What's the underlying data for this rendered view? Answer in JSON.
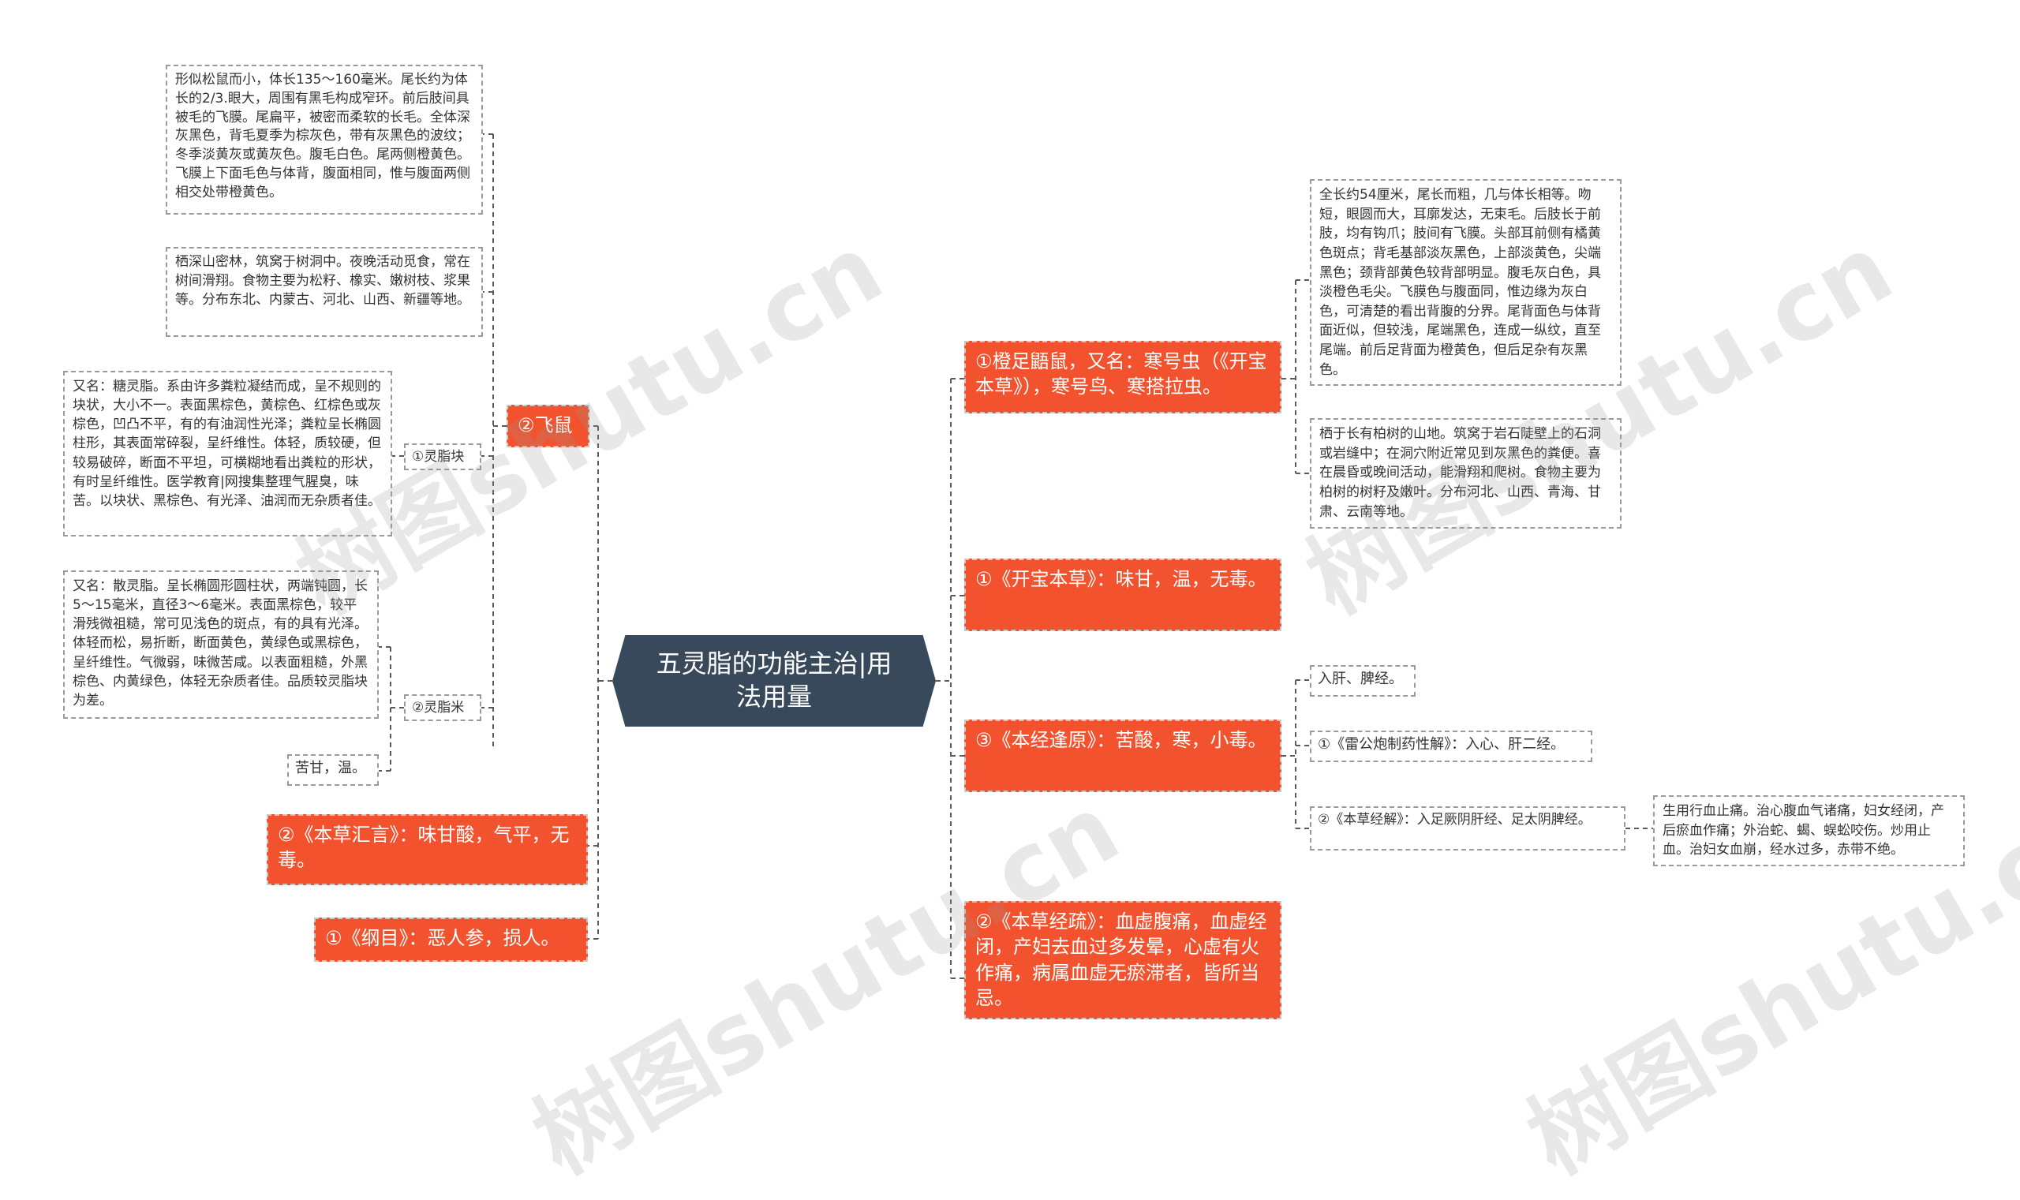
{
  "root": {
    "title": "五灵脂的功能主治|用法用量"
  },
  "left": {
    "feishu": {
      "label": "②飞鼠",
      "desc1": "形似松鼠而小，体长135～160毫米。尾长约为体长的2/3.眼大，周围有黑毛构成窄环。前后肢间具被毛的飞膜。尾扁平，被密而柔软的长毛。全体深灰黑色，背毛夏季为棕灰色，带有灰黑色的波纹；冬季淡黄灰或黄灰色。腹毛白色。尾两侧橙黄色。飞膜上下面毛色与体背，腹面相同，惟与腹面两侧相交处带橙黄色。",
      "desc2": "栖深山密林，筑窝于树洞中。夜晚活动觅食，常在树间滑翔。食物主要为松籽、橡实、嫩树枝、浆果等。分布东北、内蒙古、河北、山西、新疆等地。"
    },
    "lingzhikuai": {
      "label": "①灵脂块",
      "desc": "又名：糖灵脂。系由许多粪粒凝结而成，呈不规则的块状，大小不一。表面黑棕色，黄棕色、红棕色或灰棕色，凹凸不平，有的有油润性光泽；粪粒呈长椭圆柱形，其表面常碎裂，呈纤维性。体轻，质较硬，但较易破碎，断面不平坦，可横糊地看出粪粒的形状，有时呈纤维性。医学教育|网搜集整理气腥臭，味苦。以块状、黑棕色、有光泽、油润而无杂质者佳。"
    },
    "lingzhimi": {
      "label": "②灵脂米",
      "desc": "又名：散灵脂。呈长椭圆形圆柱状，两端钝圆，长5～15毫米，直径3～6毫米。表面黑棕色，较平滑残微祖糙，常可见浅色的斑点，有的具有光泽。体轻而松，易折断，断面黄色，黄绿色或黑棕色，呈纤维性。气微弱，味微苦咸。以表面粗糙，外黑棕色、内黄绿色，体轻无杂质者佳。品质较灵脂块为差。",
      "taste": "苦甘，温。"
    },
    "bencaohuiyan": "②《本草汇言》：味甘酸，气平，无毒。",
    "gangmu": "①《纲目》：恶人参，损人。"
  },
  "right": {
    "chengzu": {
      "label": "①橙足鼯鼠，又名：寒号虫（《开宝本草》），寒号鸟、寒搭拉虫。",
      "desc1": "全长约54厘米，尾长而粗，几与体长相等。吻短，眼圆而大，耳廓发达，无束毛。后肢长于前肢，均有钩爪；肢间有飞膜。头部耳前侧有橘黄色斑点；背毛基部淡灰黑色，上部淡黄色，尖端黑色；颈背部黄色较背部明显。腹毛灰白色，具淡橙色毛尖。飞膜色与腹面同，惟边缘为灰白色，可清楚的看出背腹的分界。尾背面色与体背面近似，但较浅，尾端黑色，连成一纵纹，直至尾端。前后足背面为橙黄色，但后足杂有灰黑色。",
      "desc2": "栖于长有柏树的山地。筑窝于岩石陡壁上的石洞或岩缝中；在洞穴附近常见到灰黑色的粪便。喜在晨昏或晚间活动，能滑翔和爬树。食物主要为柏树的树籽及嫩叶。分布河北、山西、青海、甘肃、云南等地。"
    },
    "kaibao": "①《开宝本草》：味甘，温，无毒。",
    "benjing": {
      "label": "③《本经逢原》：苦酸，寒，小毒。",
      "gui": "入肝、脾经。",
      "leigong": "①《雷公炮制药性解》：入心、肝二经。",
      "jingjie": "②《本草经解》：入足厥阴肝经、足太阴脾经。",
      "jingjie_detail": "生用行血止痛。治心腹血气诸痛，妇女经闭，产后瘀血作痛；外治蛇、蝎、蜈蚣咬伤。炒用止血。治妇女血崩，经水过多，赤带不绝。"
    },
    "jingshu": "②《本草经疏》：血虚腹痛，血虚经闭，产妇去血过多发晕，心虚有火作痛，病属血虚无瘀滞者，皆所当忌。"
  },
  "watermark": "树图shutu.cn",
  "colors": {
    "root_bg": "#37495a",
    "branch_bg": "#f2522e",
    "line": "#5a5a5a"
  }
}
